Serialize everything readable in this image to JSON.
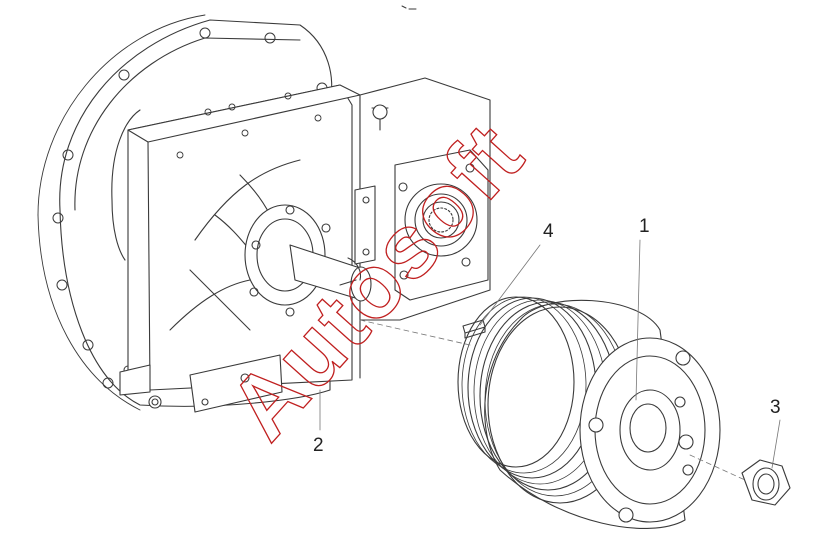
{
  "callouts": {
    "c1": "1",
    "c2": "2",
    "c3": "3",
    "c4": "4"
  },
  "watermark": "Autosoft",
  "colors": {
    "line": "#3a3a3a",
    "leader": "#777777",
    "watermark": "#c02020"
  }
}
